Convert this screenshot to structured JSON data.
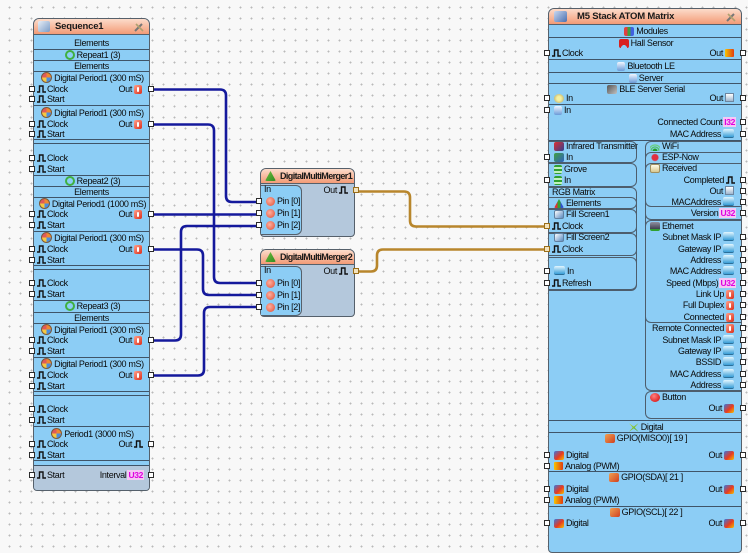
{
  "colors": {
    "canvas": "#f8f8f8",
    "component_body": "#8ccdf5",
    "component_header": "#f39b76",
    "component_footer": "#b4c8dc",
    "digital_wire": "#14199c",
    "clock_wire": "#b8862c",
    "type_badge": "#e000e0"
  },
  "sequence1": {
    "title": "Sequence1",
    "elements": "Elements",
    "repeats": [
      {
        "title": "Repeat1 (3)",
        "elements": "Elements",
        "periods": [
          {
            "title": "Digital Period1 (300 mS)",
            "clock": "Clock",
            "start": "Start",
            "out": "Out"
          },
          {
            "title": "Digital Period1 (300 mS)",
            "clock": "Clock",
            "start": "Start",
            "out": "Out"
          }
        ],
        "clock": "Clock",
        "start": "Start"
      },
      {
        "title": "Repeat2 (3)",
        "elements": "Elements",
        "periods": [
          {
            "title": "Digital Period1 (1000 mS)",
            "clock": "Clock",
            "start": "Start",
            "out": "Out"
          },
          {
            "title": "Digital Period1 (300 mS)",
            "clock": "Clock",
            "start": "Start",
            "out": "Out"
          }
        ],
        "clock": "Clock",
        "start": "Start"
      },
      {
        "title": "Repeat3 (3)",
        "elements": "Elements",
        "periods": [
          {
            "title": "Digital Period1 (300 mS)",
            "clock": "Clock",
            "start": "Start",
            "out": "Out"
          },
          {
            "title": "Digital Period1 (300 mS)",
            "clock": "Clock",
            "start": "Start",
            "out": "Out"
          }
        ],
        "clock": "Clock",
        "start": "Start"
      }
    ],
    "period": {
      "title": "Period1 (3000 mS)",
      "clock": "Clock",
      "start": "Start",
      "out": "Out"
    },
    "footer": {
      "start": "Start",
      "interval": "Interval",
      "interval_type": "U32"
    }
  },
  "mergers": [
    {
      "title": "DigitalMultiMerger1",
      "in_label": "In",
      "pins": [
        "Pin [0]",
        "Pin [1]",
        "Pin [2]"
      ],
      "out": "Out"
    },
    {
      "title": "DigitalMultiMerger2",
      "in_label": "In",
      "pins": [
        "Pin [0]",
        "Pin [1]",
        "Pin [2]"
      ],
      "out": "Out"
    }
  ],
  "atom": {
    "title": "M5 Stack ATOM Matrix",
    "modules": "Modules",
    "hall_sensor": {
      "title": "Hall Sensor",
      "clock": "Clock",
      "out": "Out"
    },
    "bluetooth_le": {
      "title": "Bluetooth LE",
      "server": {
        "title": "Server",
        "serial": {
          "title": "BLE Server Serial",
          "in": "In",
          "out": "Out"
        },
        "in": "In",
        "connected_count": "Connected Count",
        "connected_count_type": "I32",
        "mac_address": "MAC Address"
      }
    },
    "infrared_transmitter": {
      "title": "Infrared Transmitter",
      "in": "In"
    },
    "grove": {
      "title": "Grove",
      "in": "In"
    },
    "rgb_matrix": {
      "title": "RGB Matrix",
      "elements": "Elements",
      "fill_screen1": {
        "title": "Fill Screen1",
        "clock": "Clock"
      },
      "fill_screen2": {
        "title": "Fill Screen2",
        "clock": "Clock"
      },
      "in": "In",
      "refresh": "Refresh"
    },
    "wifi": {
      "title": "WiFi",
      "esp_now": {
        "title": "ESP-Now",
        "received": {
          "title": "Received",
          "completed": "Completed",
          "out": "Out",
          "mac_address": "MACAddress"
        },
        "version": "Version",
        "version_type": "U32"
      },
      "ethernet": {
        "title": "Ethernet",
        "subnet_mask_ip": "Subnet Mask IP",
        "gateway_ip": "Gateway IP",
        "address": "Address",
        "mac_address": "MAC Address",
        "speed": "Speed (Mbps)",
        "speed_type": "U32",
        "link_up": "Link Up",
        "full_duplex": "Full Duplex",
        "connected": "Connected"
      },
      "remote_connected": "Remote Connected",
      "subnet_mask_ip": "Subnet Mask IP",
      "gateway_ip": "Gateway IP",
      "bssid": "BSSID",
      "mac_address": "MAC Address",
      "address": "Address"
    },
    "button": {
      "title": "Button",
      "out": "Out"
    },
    "digital": {
      "title": "Digital",
      "gpio": [
        {
          "title": "GPIO(MISO0)[ 19 ]",
          "digital": "Digital",
          "analog": "Analog (PWM)",
          "out": "Out"
        },
        {
          "title": "GPIO(SDA)[ 21 ]",
          "digital": "Digital",
          "analog": "Analog (PWM)",
          "out": "Out"
        },
        {
          "title": "GPIO(SCL)[ 22 ]",
          "digital": "Digital",
          "out": "Out"
        }
      ]
    }
  },
  "connections": [
    {
      "from": "Sequence1.Repeat1.DigitalPeriod1[0].Out",
      "to": "DigitalMultiMerger1.Pin [0]"
    },
    {
      "from": "Sequence1.Repeat1.DigitalPeriod1[1].Out",
      "to": "DigitalMultiMerger2.Pin [0]"
    },
    {
      "from": "Sequence1.Repeat2.DigitalPeriod1[0].Out",
      "to": "DigitalMultiMerger1.Pin [1]"
    },
    {
      "from": "Sequence1.Repeat2.DigitalPeriod1[1].Out",
      "to": "DigitalMultiMerger2.Pin [1]"
    },
    {
      "from": "Sequence1.Repeat3.DigitalPeriod1[0].Out",
      "to": "DigitalMultiMerger1.Pin [2]"
    },
    {
      "from": "Sequence1.Repeat3.DigitalPeriod1[1].Out",
      "to": "DigitalMultiMerger2.Pin [2]"
    },
    {
      "from": "DigitalMultiMerger1.Out",
      "to": "M5 Stack ATOM Matrix.RGB Matrix.Fill Screen1.Clock"
    },
    {
      "from": "DigitalMultiMerger2.Out",
      "to": "M5 Stack ATOM Matrix.RGB Matrix.Fill Screen2.Clock"
    }
  ]
}
